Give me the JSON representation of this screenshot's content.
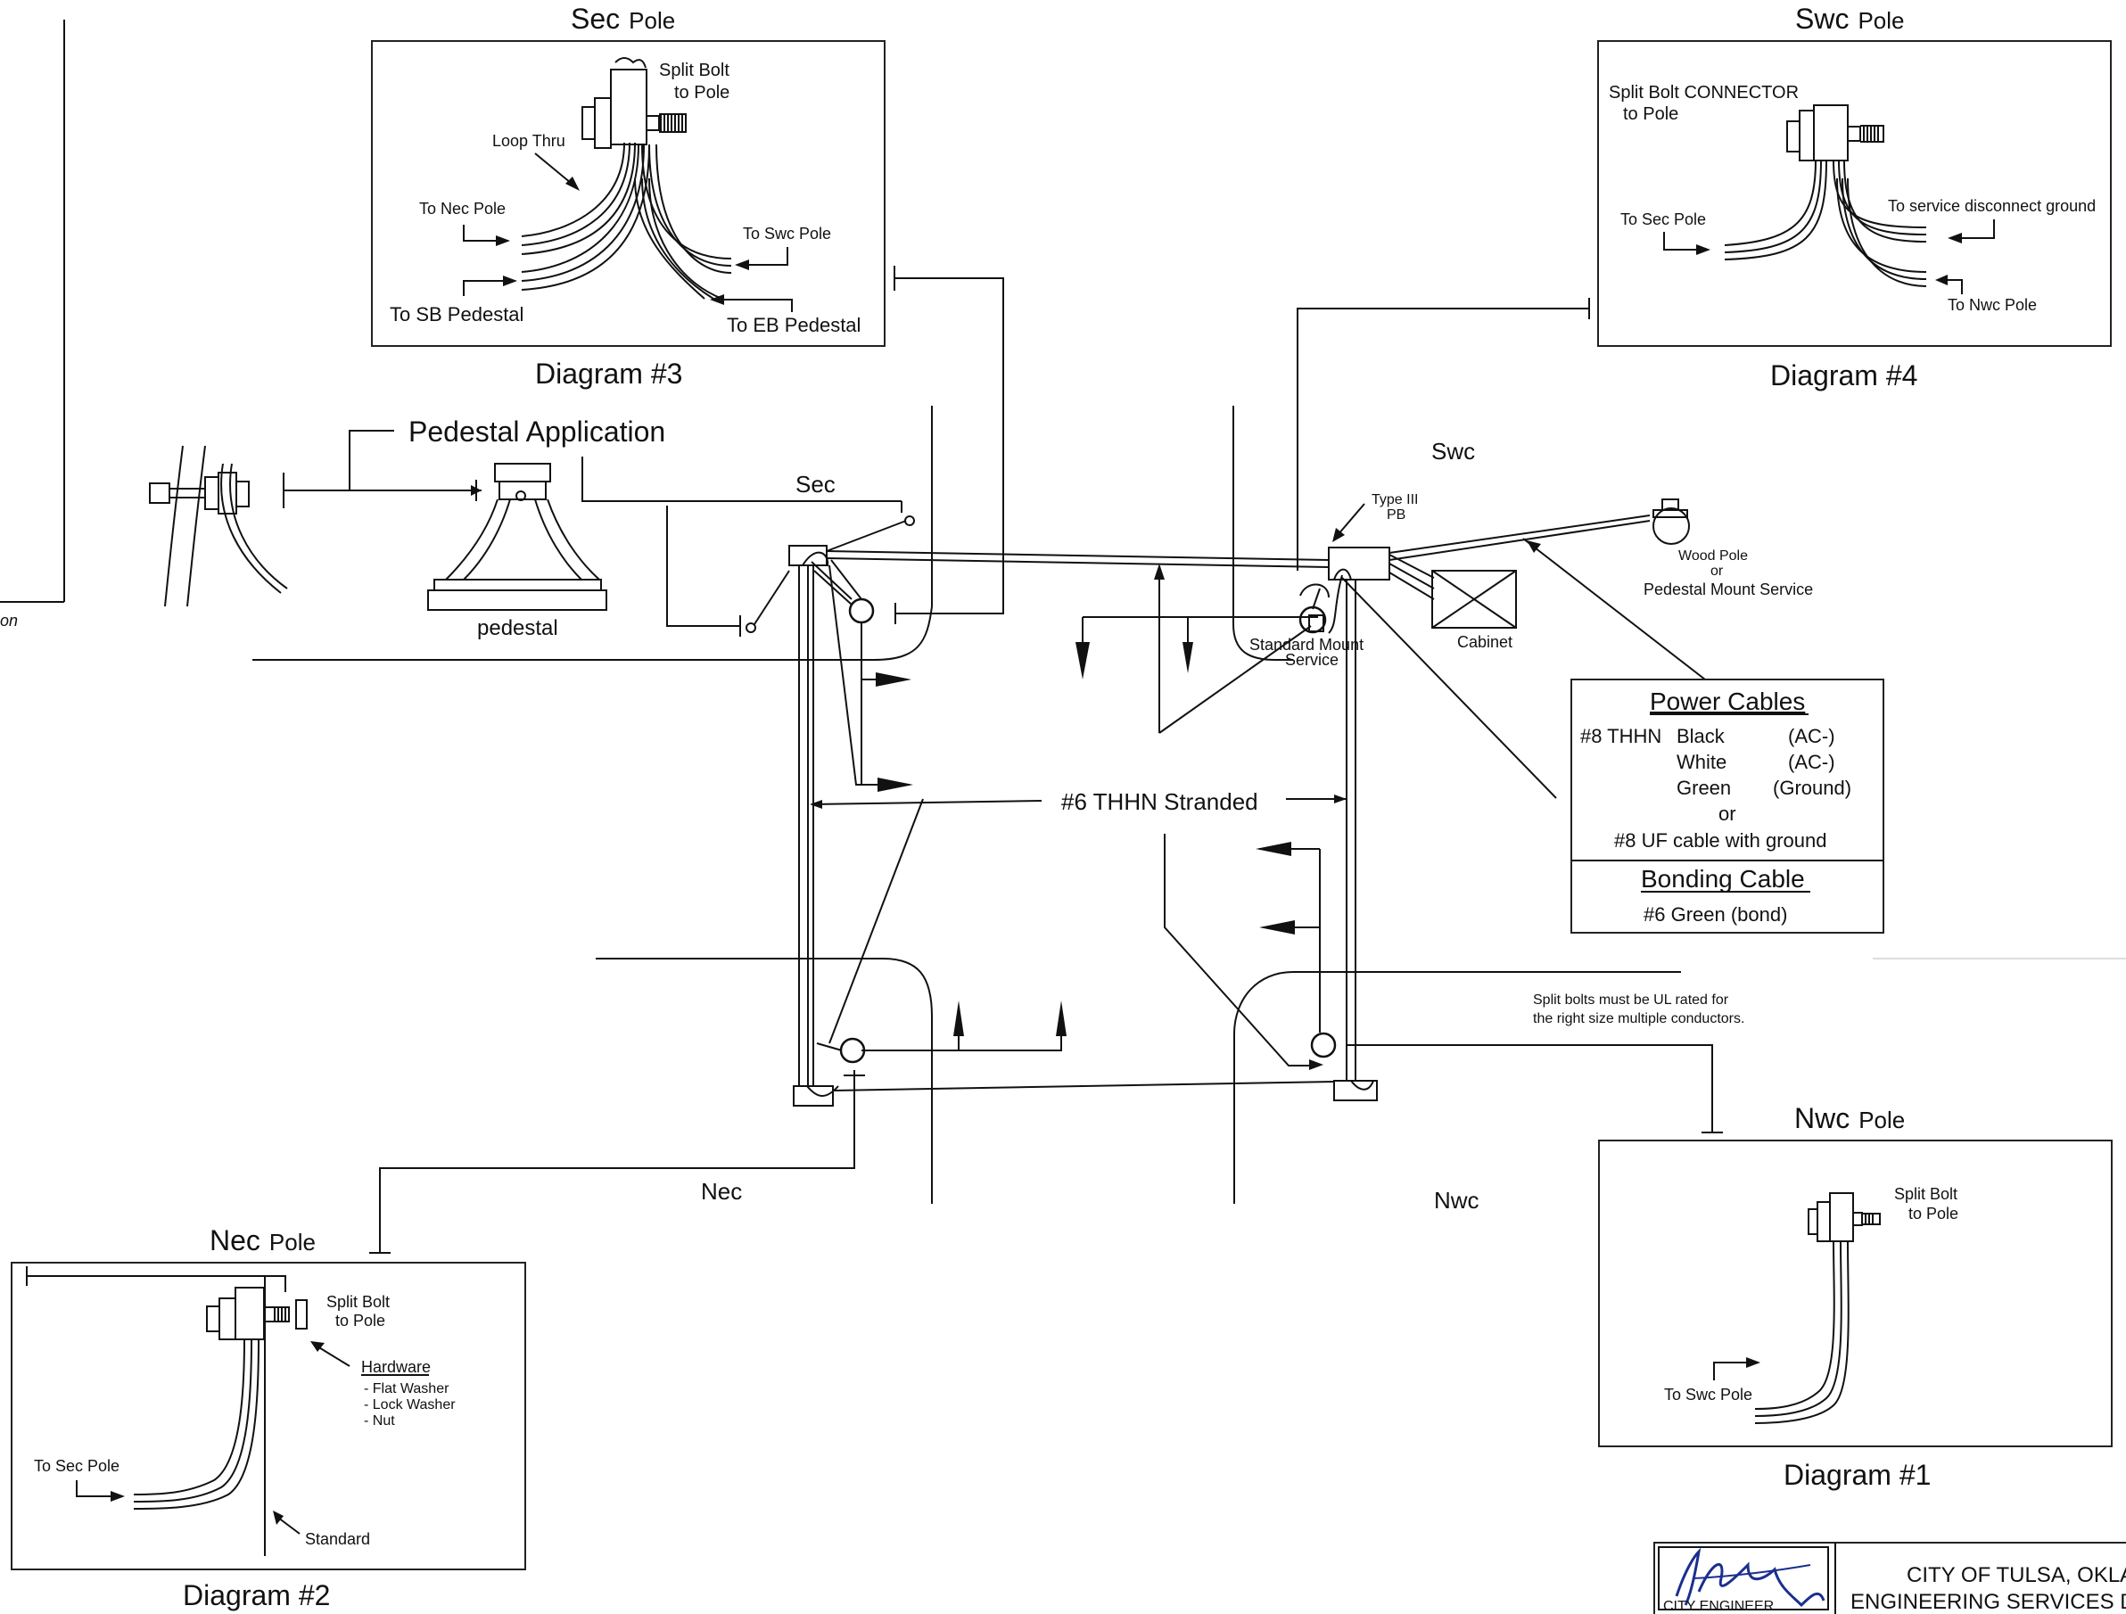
{
  "poles": {
    "sec": {
      "name": "Sec",
      "suffix": "Pole"
    },
    "swc": {
      "name": "Swc",
      "suffix": "Pole"
    },
    "nec": {
      "name": "Nec",
      "suffix": "Pole"
    },
    "nwc": {
      "name": "Nwc",
      "suffix": "Pole"
    }
  },
  "diagram3": {
    "title": "Diagram #3",
    "split_bolt_1": "Split Bolt",
    "split_bolt_2": "to Pole",
    "loop_thru": "Loop Thru",
    "to_nec": "To Nec Pole",
    "to_swc": "To  Swc Pole",
    "to_sb": "To SB Pedestal",
    "to_eb": "To EB Pedestal"
  },
  "diagram4": {
    "title": "Diagram #4",
    "split_bolt_1": "Split Bolt CONNECTOR",
    "split_bolt_2": "to Pole",
    "to_sec": "To Sec Pole",
    "to_service": "To service disconnect ground",
    "to_nwc": "To Nwc Pole"
  },
  "diagram2": {
    "title": "Diagram #2",
    "split_bolt_1": "Split Bolt",
    "split_bolt_2": "to Pole",
    "hardware": "Hardware",
    "hw_1": "- Flat Washer",
    "hw_2": "- Lock Washer",
    "hw_3": "- Nut",
    "to_sec": "To Sec Pole",
    "standard": "Standard"
  },
  "diagram1": {
    "title": "Diagram #1",
    "split_bolt_1": "Split Bolt",
    "split_bolt_2": "to Pole",
    "to_swc": "To Swc Pole"
  },
  "pedestal": {
    "title": "Pedestal Application",
    "label": "pedestal"
  },
  "plan": {
    "sec": "Sec",
    "swc": "Swc",
    "nec": "Nec",
    "nwc": "Nwc",
    "type3_1": "Type III",
    "type3_2": "PB",
    "wood_1": "Wood Pole",
    "wood_2": "or",
    "wood_3": "Pedestal Mount Service",
    "std_mount_1": "Standard Mount",
    "std_mount_2": "Service",
    "cabinet": "Cabinet",
    "thhn": "#6 THHN Stranded",
    "split_note_1": "Split bolts must be UL rated for",
    "split_note_2": "the right size multiple conductors.",
    "edge_fragment": "on"
  },
  "cables": {
    "power_title": "Power Cables",
    "prefix": "#8 THHN",
    "black": "Black",
    "black_code": "(AC-)",
    "white": "White",
    "white_code": "(AC-)",
    "green": "Green",
    "green_code": "(Ground)",
    "or": "or",
    "uf": "#8 UF cable with ground",
    "bonding_title": "Bonding Cable",
    "bond": "#6 Green   (bond)"
  },
  "titleblock": {
    "city": "CITY  OF  TULSA, OKLA",
    "dept": "ENGINEERING  SERVICES  D",
    "signer_role": "CITY ENGINEER"
  }
}
